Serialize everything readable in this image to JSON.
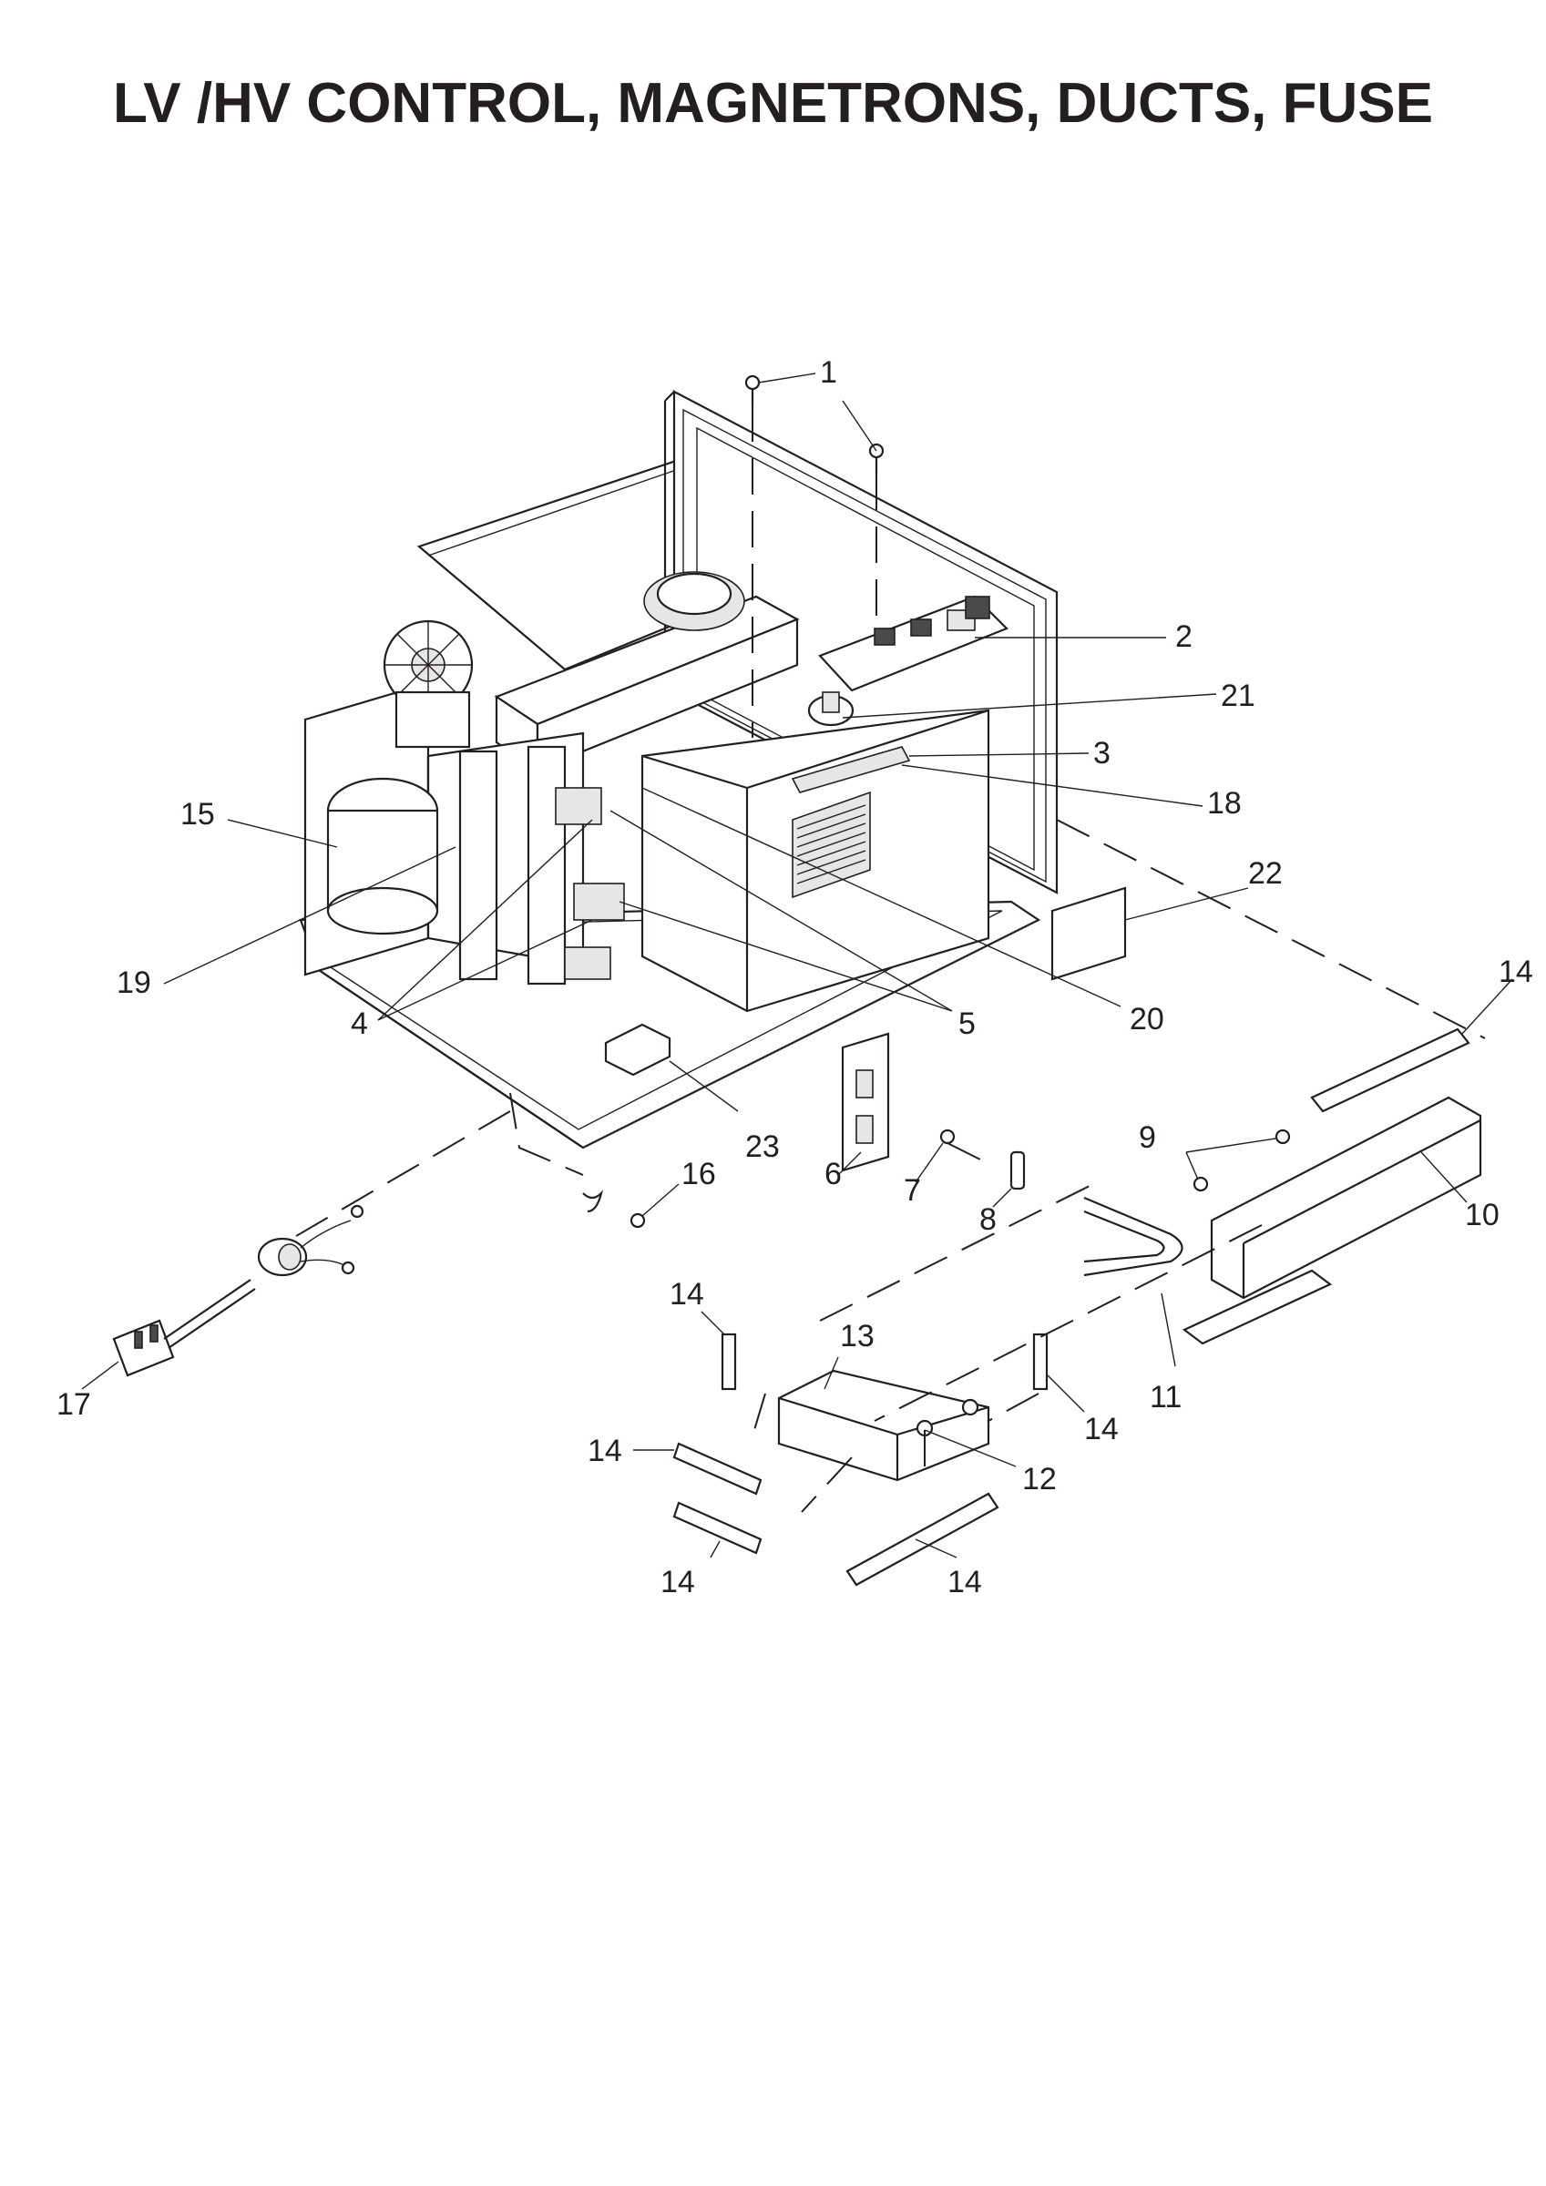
{
  "title": "LV /HV CONTROL, MAGNETRONS, DUCTS, FUSE",
  "callouts": [
    {
      "id": "c1",
      "label": "1"
    },
    {
      "id": "c2",
      "label": "2"
    },
    {
      "id": "c3",
      "label": "3"
    },
    {
      "id": "c4",
      "label": "4"
    },
    {
      "id": "c5",
      "label": "5"
    },
    {
      "id": "c6",
      "label": "6"
    },
    {
      "id": "c7",
      "label": "7"
    },
    {
      "id": "c8",
      "label": "8"
    },
    {
      "id": "c9",
      "label": "9"
    },
    {
      "id": "c10",
      "label": "10"
    },
    {
      "id": "c11",
      "label": "11"
    },
    {
      "id": "c12",
      "label": "12"
    },
    {
      "id": "c13",
      "label": "13"
    },
    {
      "id": "c14a",
      "label": "14"
    },
    {
      "id": "c14b",
      "label": "14"
    },
    {
      "id": "c14c",
      "label": "14"
    },
    {
      "id": "c14d",
      "label": "14"
    },
    {
      "id": "c14e",
      "label": "14"
    },
    {
      "id": "c14f",
      "label": "14"
    },
    {
      "id": "c15",
      "label": "15"
    },
    {
      "id": "c16",
      "label": "16"
    },
    {
      "id": "c17",
      "label": "17"
    },
    {
      "id": "c18",
      "label": "18"
    },
    {
      "id": "c19",
      "label": "19"
    },
    {
      "id": "c20",
      "label": "20"
    },
    {
      "id": "c21",
      "label": "21"
    },
    {
      "id": "c22",
      "label": "22"
    },
    {
      "id": "c23",
      "label": "23"
    }
  ]
}
